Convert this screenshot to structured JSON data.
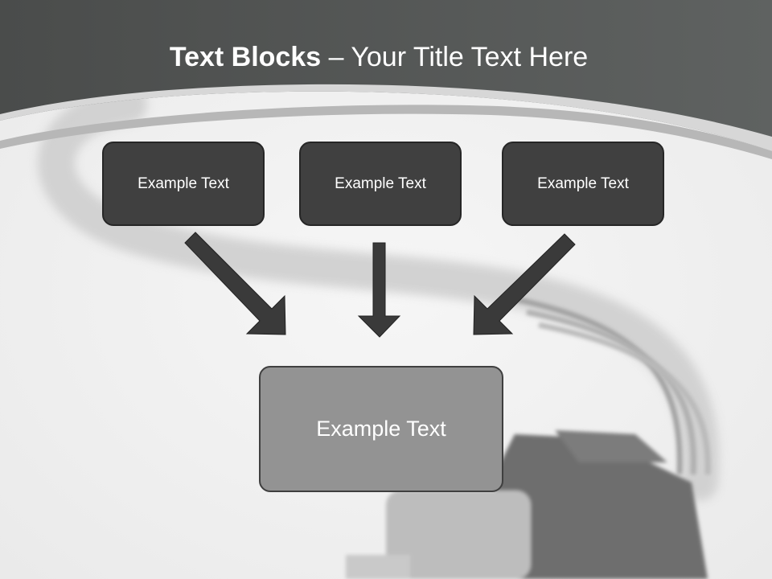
{
  "title": {
    "bold": "Text Blocks",
    "dash": " – ",
    "rest": "Your Title Text Here"
  },
  "blocks": {
    "top": [
      "Example Text",
      "Example Text",
      "Example Text"
    ],
    "center": "Example Text"
  },
  "colors": {
    "header": "#4f5150",
    "swoosh": "#b4b4b4",
    "box_dark": "#404040",
    "box_center": "#939393",
    "arrow": "#3a3a3a"
  }
}
